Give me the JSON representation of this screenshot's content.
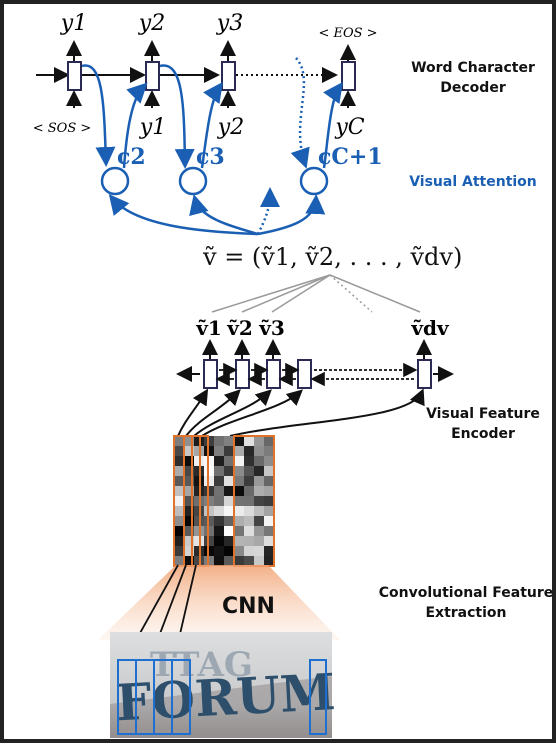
{
  "labels": {
    "decoder": "Word Character\nDecoder",
    "attention": "Visual Attention",
    "encoder": "Visual Feature\nEncoder",
    "extraction": "Convolutional Feature\nExtraction",
    "cnn": "CNN"
  },
  "decoder": {
    "outputs": [
      "y1",
      "y2",
      "y3",
      "< EOS >"
    ],
    "inputs": [
      "< SOS >",
      "y1",
      "y2",
      "yC"
    ],
    "contexts": [
      "c2",
      "c3",
      "cC+1"
    ]
  },
  "formula": "ṽ = (ṽ1, ṽ2, . . . , ṽdv)",
  "encoder": {
    "vectors": [
      "ṽ1",
      "ṽ2",
      "ṽ3",
      "ṽdv"
    ]
  },
  "image_text": "FORUM",
  "colors": {
    "attention_blue": "#1a5fb4",
    "crop_orange": "#e0722a",
    "frame": "#222222"
  }
}
